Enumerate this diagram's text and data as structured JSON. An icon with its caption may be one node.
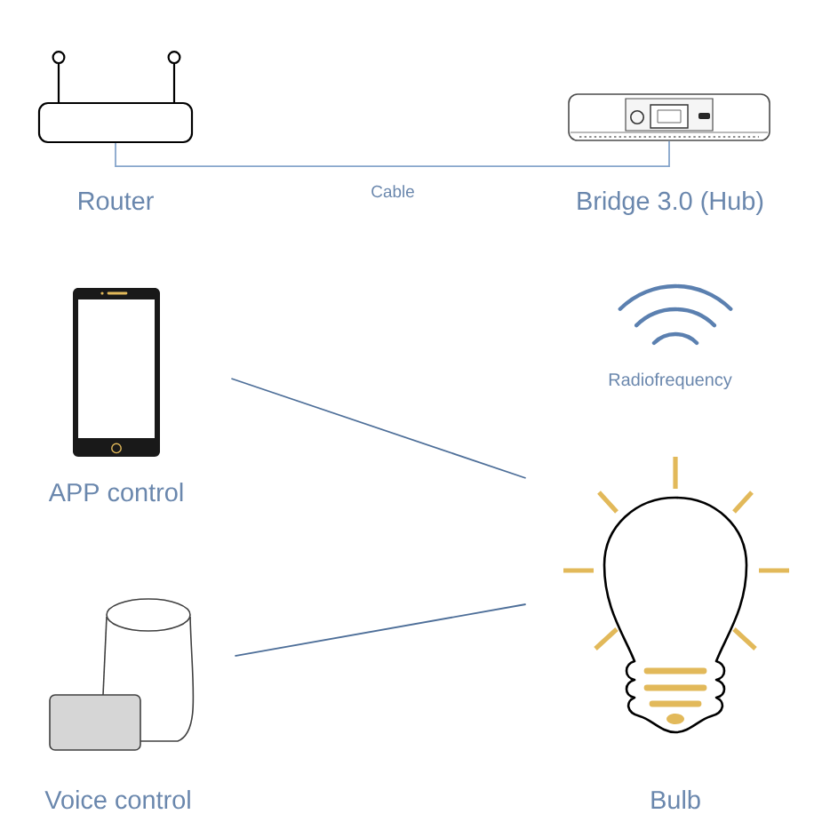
{
  "diagram": {
    "nodes": [
      {
        "text": [
          "Router"
        ]
      },
      {
        "text": [
          "Bridge 3.0 (Hub)"
        ]
      },
      {
        "text": [
          "APP control"
        ]
      },
      {
        "text": [
          "Voice control"
        ]
      },
      {
        "text": [
          "Bulb"
        ]
      }
    ],
    "edges": [
      {
        "from": 0,
        "to": 1,
        "arrow": "none",
        "label": "Cable",
        "color": "#86a5cb"
      },
      {
        "from": 2,
        "to": 4,
        "arrow": "none"
      },
      {
        "from": 3,
        "to": 4,
        "arrow": "none"
      }
    ],
    "labels": [
      "Radiofrequency"
    ]
  }
}
